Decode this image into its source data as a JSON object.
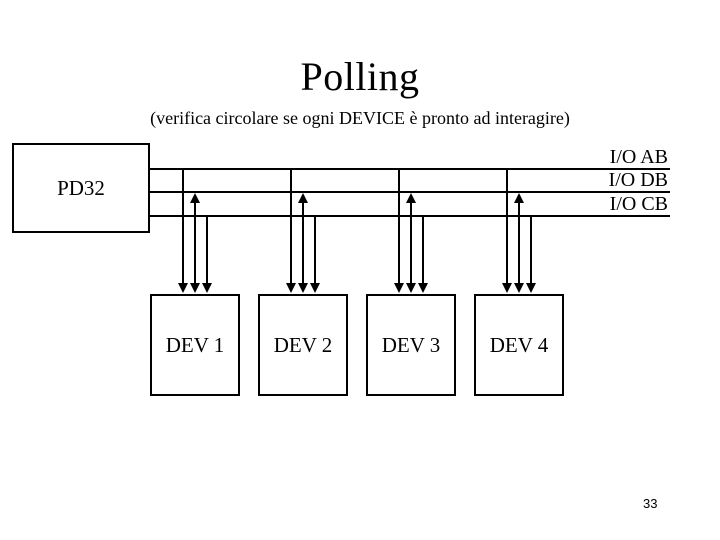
{
  "slide": {
    "title": "Polling",
    "subtitle": "(verifica circolare se ogni DEVICE è pronto ad interagire)",
    "page_number": "33"
  },
  "diagram": {
    "processor": {
      "label": "PD32"
    },
    "buses": [
      {
        "id": "io-ab",
        "label": "I/O AB",
        "direction_to_devices": "down"
      },
      {
        "id": "io-db",
        "label": "I/O DB",
        "direction_to_devices": "bidirectional"
      },
      {
        "id": "io-cb",
        "label": "I/O CB",
        "direction_to_devices": "down"
      }
    ],
    "devices": [
      {
        "label": "DEV 1"
      },
      {
        "label": "DEV 2"
      },
      {
        "label": "DEV 3"
      },
      {
        "label": "DEV 4"
      }
    ],
    "colors": {
      "line": "#000000",
      "text": "#000000",
      "background": "#ffffff"
    }
  }
}
